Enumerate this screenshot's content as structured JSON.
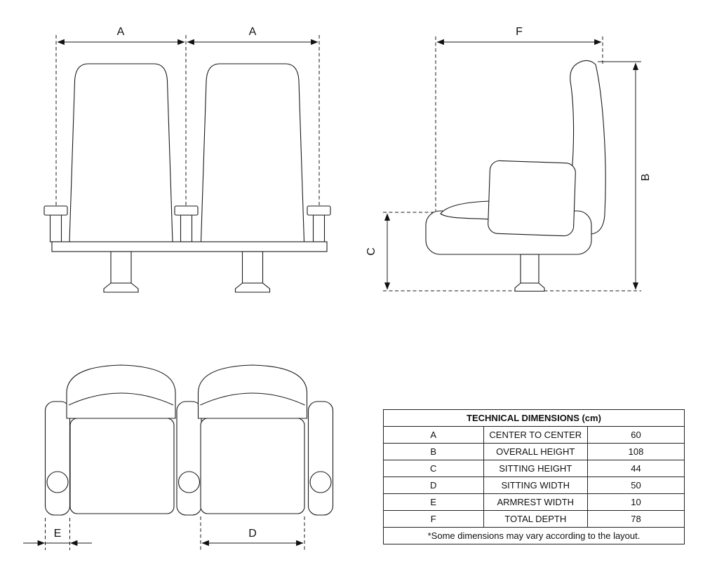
{
  "colors": {
    "background": "#ffffff",
    "line": "#1a1a1a"
  },
  "diagram": {
    "front_view": {
      "labels": {
        "a_left": "A",
        "a_right": "A"
      }
    },
    "side_view": {
      "labels": {
        "f": "F",
        "b": "B",
        "c": "C"
      }
    },
    "top_view": {
      "labels": {
        "e": "E",
        "d": "D"
      }
    }
  },
  "table": {
    "title": "TECHNICAL DIMENSIONS (cm)",
    "rows": [
      {
        "key": "A",
        "label": "CENTER TO CENTER",
        "value": "60"
      },
      {
        "key": "B",
        "label": "OVERALL HEIGHT",
        "value": "108"
      },
      {
        "key": "C",
        "label": "SITTING HEIGHT",
        "value": "44"
      },
      {
        "key": "D",
        "label": "SITTING WIDTH",
        "value": "50"
      },
      {
        "key": "E",
        "label": "ARMREST WIDTH",
        "value": "10"
      },
      {
        "key": "F",
        "label": "TOTAL DEPTH",
        "value": "78"
      }
    ],
    "footnote": "*Some dimensions may vary according to the layout."
  }
}
